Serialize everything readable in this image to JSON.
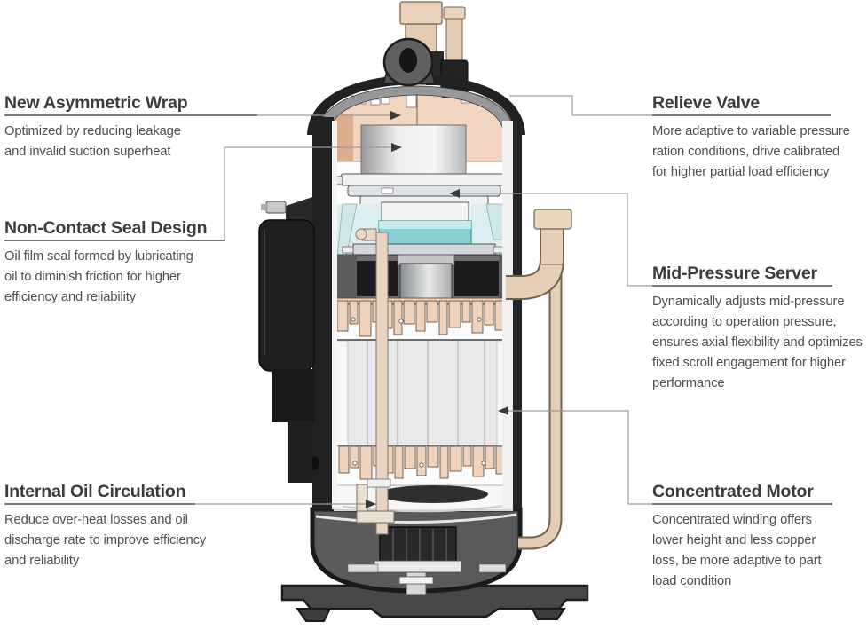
{
  "callouts": {
    "left": [
      {
        "title": "New Asymmetric Wrap",
        "description": "Optimized by reducing leakage\nand invalid suction superheat"
      },
      {
        "title": "Non-Contact Seal Design",
        "description": "Oil film seal formed by lubricating\noil to diminish friction for higher\nefficiency and reliability"
      },
      {
        "title": "Internal Oil Circulation",
        "description": "Reduce over-heat losses and oil\ndischarge rate to improve efficiency\nand reliability"
      }
    ],
    "right": [
      {
        "title": "Relieve Valve",
        "description": "More adaptive to variable pressure\nration conditions, drive calibrated\nfor higher partial load efficiency"
      },
      {
        "title": "Mid-Pressure Server",
        "description": "Dynamically adjusts mid-pressure\naccording to operation pressure,\nensures axial flexibility and optimizes\nfixed scroll engagement for higher\nperformance"
      },
      {
        "title": "Concentrated Motor",
        "description": "Concentrated winding offers\nlower height and less copper\nloss, be more adaptive to part\nload condition"
      }
    ]
  },
  "illustration": {
    "name": "scroll-compressor-cutaway"
  },
  "colors": {
    "heading_text": "#3b3b3b",
    "body_text": "#4e4e4e",
    "underline": "#4d4d4d",
    "leader_line": "#9c9c9c",
    "arrow": "#3a3a3a",
    "shell_dark": "#212123",
    "dome_gray": "#97979a",
    "scroll_peach": "#f1d5c1",
    "chamber_blue": "#dceef0",
    "seal_teal": "#84d2d2",
    "winding_peach": "#efd3bc",
    "motor_gray": "#e8e9ea",
    "pipe_beige": "#e4cdb3",
    "base_dark": "#48484a"
  }
}
